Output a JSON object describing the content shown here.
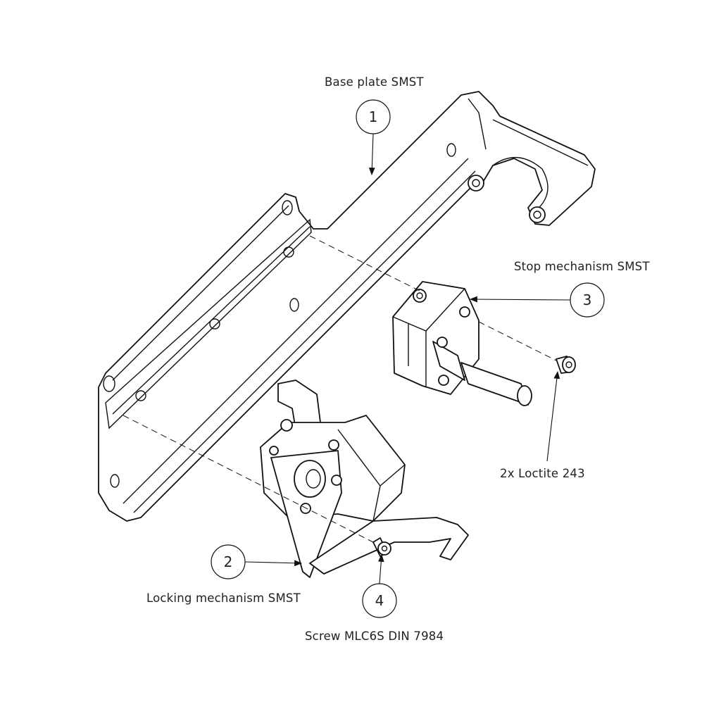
{
  "callouts": [
    {
      "number": "1",
      "label": "Base plate SMST"
    },
    {
      "number": "2",
      "label": "Locking mechanism SMST"
    },
    {
      "number": "3",
      "label": "Stop mechanism SMST"
    },
    {
      "number": "4",
      "label": "Screw MLC6S DIN 7984"
    }
  ],
  "notes": {
    "loctite": "2x Loctite 243"
  }
}
